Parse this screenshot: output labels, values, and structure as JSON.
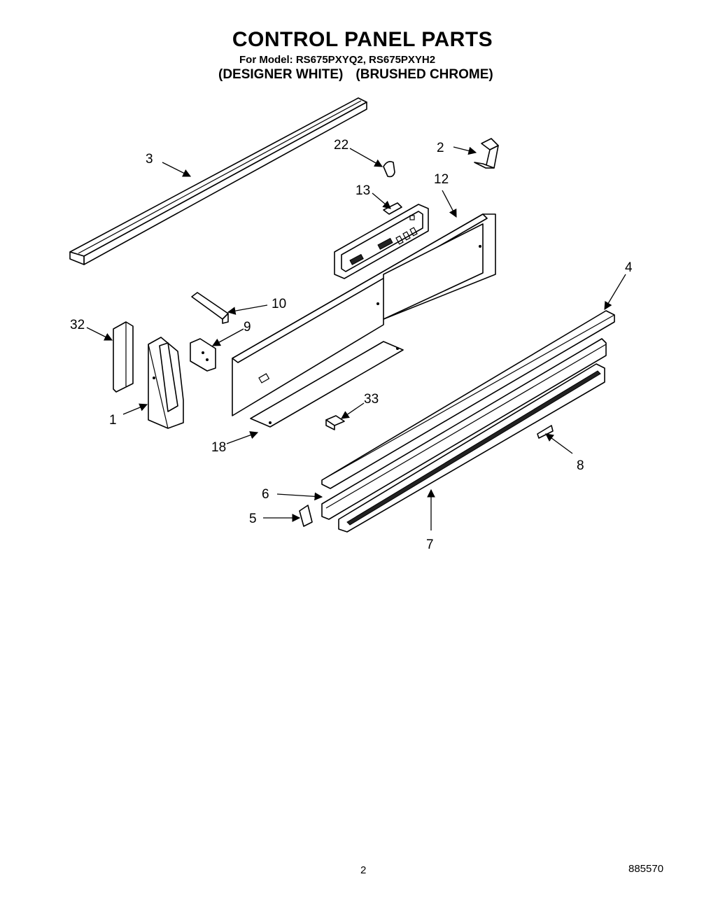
{
  "header": {
    "title": "CONTROL PANEL PARTS",
    "model_line": "For Model: RS675PXYQ2, RS675PXYH2",
    "variant_1": "(DESIGNER WHITE)",
    "variant_2": "(BRUSHED CHROME)"
  },
  "callouts": {
    "c1": "1",
    "c2": "2",
    "c3": "3",
    "c4": "4",
    "c5": "5",
    "c6": "6",
    "c7": "7",
    "c8": "8",
    "c9": "9",
    "c10": "10",
    "c12": "12",
    "c13": "13",
    "c18": "18",
    "c22": "22",
    "c32": "32",
    "c33": "33"
  },
  "footer": {
    "page_number": "2",
    "document_number": "885570"
  }
}
